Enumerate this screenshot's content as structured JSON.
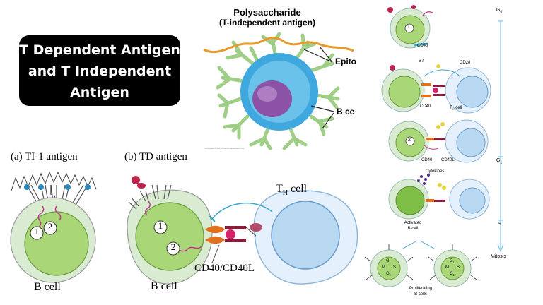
{
  "title": {
    "line1": "T Dependent Antigen",
    "line2": "and T Independent",
    "line3": "Antigen"
  },
  "polysaccharide_panel": {
    "heading_line1": "Polysaccharide",
    "heading_line2": "(T-independent antigen)",
    "epitope_label": "Epito",
    "bcell_label": "B ce",
    "copyright": "Copyright © 2013 Pearson Education, Inc."
  },
  "ti_panel": {
    "label": "(a)  TI-1 antigen",
    "signal_1": "1",
    "signal_2": "2",
    "cell_label": "B cell"
  },
  "td_panel": {
    "label": "(b)  TD antigen",
    "th_label": "T",
    "th_sub": "H",
    "th_suffix": " cell",
    "signal_1": "1",
    "signal_2": "2",
    "cell_label": "B cell",
    "interaction_label": "CD40/CD40L"
  },
  "cycle_panel": {
    "g0": "G",
    "g0_sub": "0",
    "g1": "G",
    "g1_sub": "1",
    "s": "S",
    "mitosis": "Mitosis",
    "stage1_signal": "1",
    "stage1_cd40": "CD40",
    "b7": "B7",
    "cd28": "CD28",
    "stage2_cd40": "CD40",
    "th_cell": "T",
    "th_sub": "H",
    "th_suffix": " cell",
    "stage3_signal": "2",
    "stage3_cd40": "CD40",
    "stage3_cd40l": "CD40L",
    "cytokines": "Cytokines",
    "activated_line1": "Activated",
    "activated_line2": "B cell",
    "proliferating_line1": "Proliferating",
    "proliferating_line2": "B cells",
    "phase_g1": "G",
    "phase_g1_sub": "1",
    "phase_m": "M",
    "phase_s": "S",
    "phase_g2": "G",
    "phase_g2_sub": "2"
  }
}
